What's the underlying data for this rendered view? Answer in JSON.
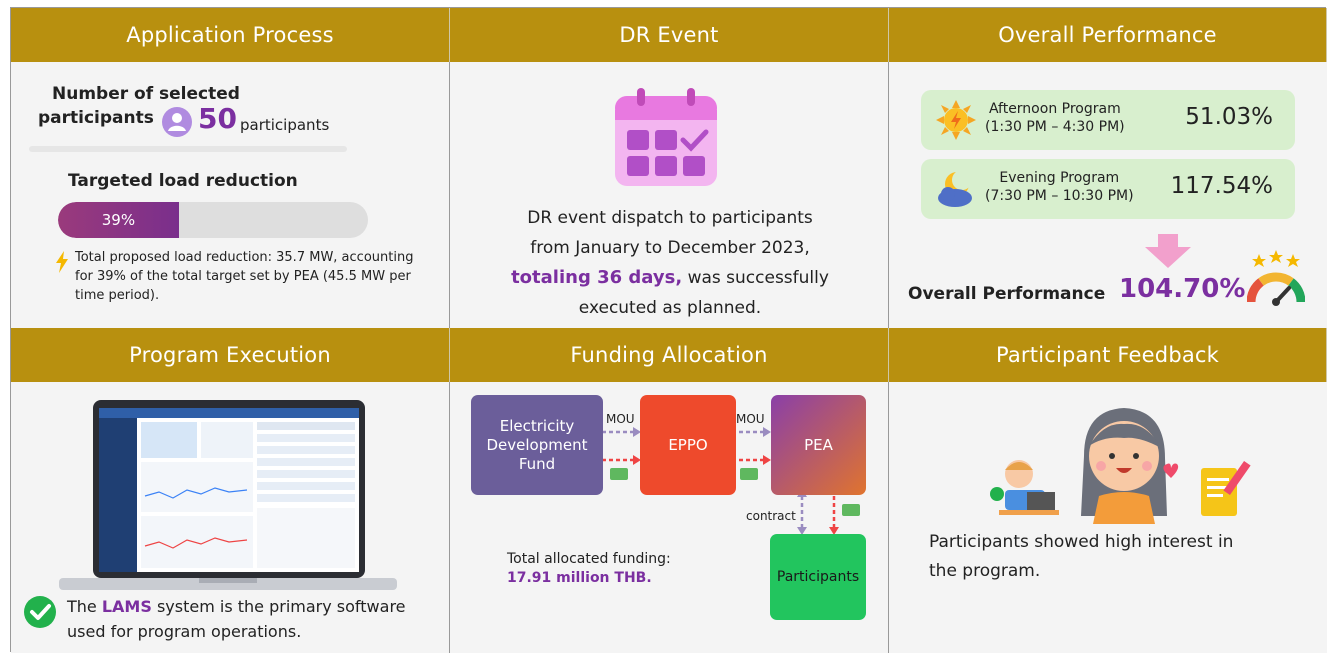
{
  "headers": {
    "application_process": "Application Process",
    "dr_event": "DR Event",
    "overall_performance": "Overall Performance",
    "program_execution": "Program Execution",
    "funding_allocation": "Funding Allocation",
    "participant_feedback": "Participant Feedback"
  },
  "application": {
    "selected_line1": "Number of selected",
    "selected_line2": "participants",
    "participants_count": "50",
    "participants_unit": "participants",
    "target_label": "Targeted load reduction",
    "progress_text": "39%",
    "progress_fraction": 0.39,
    "note": "Total proposed load reduction: 35.7 MW, accounting for 39% of the total target set by PEA (45.5 MW per time period)."
  },
  "dr_event": {
    "line1": "DR event dispatch to participants",
    "line2": "from January to December 2023,",
    "highlight": "totaling 36 days,",
    "line3_rest": " was successfully",
    "line4": "executed as planned."
  },
  "performance": {
    "afternoon_name": "Afternoon Program",
    "afternoon_time": "(1:30 PM – 4:30 PM)",
    "afternoon_pct": "51.03%",
    "evening_name": "Evening Program",
    "evening_time": "(7:30 PM – 10:30 PM)",
    "evening_pct": "117.54%",
    "overall_label": "Overall Performance",
    "overall_pct": "104.70%"
  },
  "execution": {
    "text_prefix": "The ",
    "highlight": "LAMS",
    "text_suffix": " system is the primary software",
    "line2": "used for program operations."
  },
  "funding": {
    "box_fund": "Electricity Development Fund",
    "box_eppo": "EPPO",
    "box_pea": "PEA",
    "box_participants": "Participants",
    "mou1": "MOU",
    "mou2": "MOU",
    "contract": "contract",
    "total_label": "Total allocated funding:",
    "total_value": "17.91 million THB."
  },
  "feedback": {
    "line1": "Participants showed high interest in",
    "line2": "the program."
  },
  "colors": {
    "header_bg": "#b8900f",
    "accent_purple": "#7b2fa0",
    "panel_green": "#d8efce",
    "fund_box": "#6b5e9a",
    "eppo_box": "#ee4a2c",
    "participants_box": "#22c55e"
  }
}
